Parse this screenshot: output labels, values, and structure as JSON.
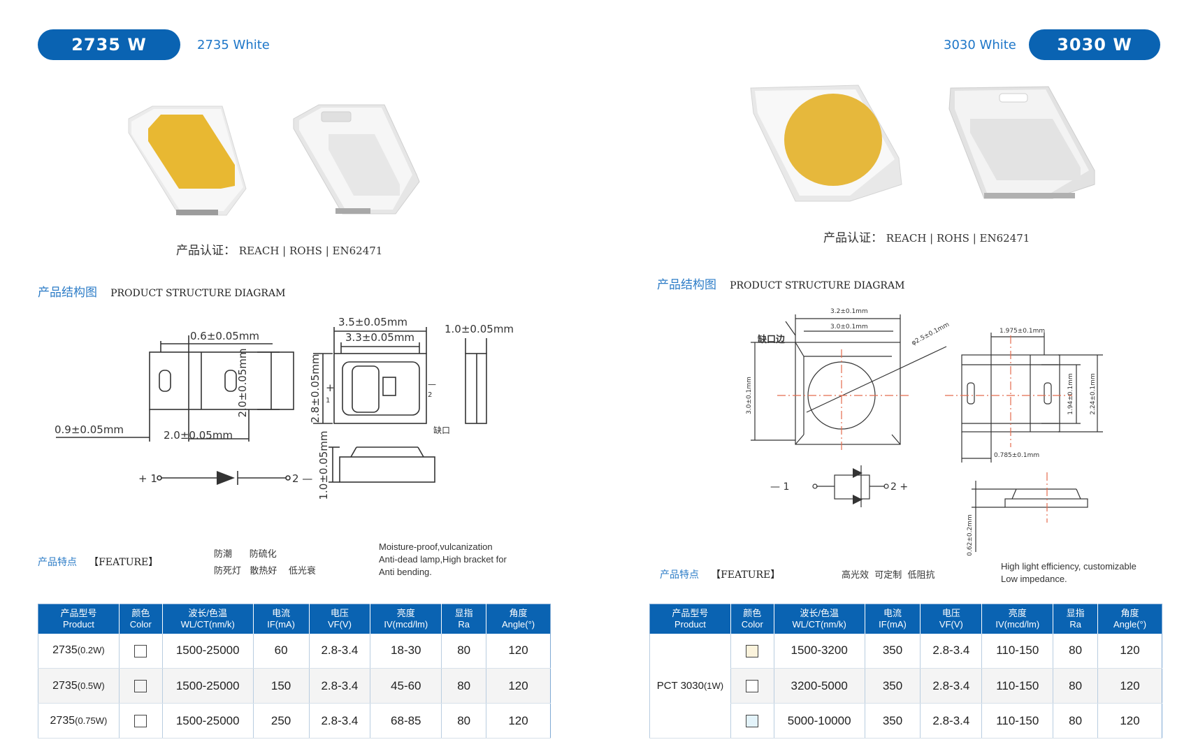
{
  "left": {
    "badge": "2735  W",
    "subtitle": "2735 White",
    "cert_label": "产品认证：",
    "cert_items": "REACH   |   ROHS   |   EN62471",
    "structure_cn": "产品结构图",
    "structure_en": "PRODUCT  STRUCTURE DIAGRAM",
    "dims": {
      "d1": "0.6±0.05mm",
      "d2": "0.9±0.05mm",
      "d3": "2.0±0.05mm",
      "d4": "2.0±0.05mm",
      "d5": "3.5±0.05mm",
      "d6": "3.3±0.05mm",
      "d7": "2.8±0.05mm",
      "d8": "1.0±0.05mm",
      "d9": "1.0±0.05mm",
      "notch": "缺口",
      "plus": "+",
      "one": "1",
      "minus": "—",
      "two": "2",
      "pin1": "+ 1",
      "pin2": "2 —"
    },
    "feature_cn": "产品特点",
    "feature_en": "【FEATURE】",
    "feature_cn_line1": "防潮      防硫化",
    "feature_cn_line2": "防死灯   散热好    低光衰",
    "feature_en_line1": "Moisture-proof,vulcanization",
    "feature_en_line2": "Anti-dead lamp,High bracket for",
    "feature_en_line3": "Anti bending.",
    "headers": [
      {
        "cn": "产品型号",
        "en": "Product"
      },
      {
        "cn": "颜色",
        "en": "Color"
      },
      {
        "cn": "波长/色温",
        "en": "WL/CT(nm/k)"
      },
      {
        "cn": "电流",
        "en": "IF(mA)"
      },
      {
        "cn": "电压",
        "en": "VF(V)"
      },
      {
        "cn": "亮度",
        "en": "IV(mcd/lm)"
      },
      {
        "cn": "显指",
        "en": "Ra"
      },
      {
        "cn": "角度",
        "en": "Angle(°)"
      }
    ],
    "rows": [
      {
        "model": "2735",
        "power": "(0.2W)",
        "wl": "1500-25000",
        "if": "60",
        "vf": "2.8-3.4",
        "iv": "18-30",
        "ra": "80",
        "angle": "120"
      },
      {
        "model": "2735",
        "power": "(0.5W)",
        "wl": "1500-25000",
        "if": "150",
        "vf": "2.8-3.4",
        "iv": "45-60",
        "ra": "80",
        "angle": "120"
      },
      {
        "model": "2735",
        "power": "(0.75W)",
        "wl": "1500-25000",
        "if": "250",
        "vf": "2.8-3.4",
        "iv": "68-85",
        "ra": "80",
        "angle": "120"
      }
    ]
  },
  "right": {
    "badge": "3030 W",
    "subtitle": "3030 White",
    "cert_label": "产品认证：",
    "cert_items": "REACH   |   ROHS   |   EN62471",
    "structure_cn": "产品结构图",
    "structure_en": "PRODUCT  STRUCTURE DIAGRAM",
    "dims": {
      "d1": "3.2±0.1mm",
      "d2": "3.0±0.1mm",
      "d3": "φ2.5±0.1mm",
      "d4": "3.0±0.1mm",
      "d5": "1.975±0.1mm",
      "d6": "1.94±0.1mm",
      "d7": "2.24±0.1mm",
      "d8": "0.785±0.1mm",
      "d9": "0.62±0.2mm",
      "notch": "缺口边",
      "pin_minus": "— 1",
      "pin_plus": "2 +"
    },
    "feature_cn": "产品特点",
    "feature_en": "【FEATURE】",
    "feature_cn_line1": "高光效  可定制  低阻抗",
    "feature_en_line1": "High light efficiency, customizable",
    "feature_en_line2": "Low impedance.",
    "headers": [
      {
        "cn": "产品型号",
        "en": "Product"
      },
      {
        "cn": "颜色",
        "en": "Color"
      },
      {
        "cn": "波长/色温",
        "en": "WL/CT(nm/k)"
      },
      {
        "cn": "电流",
        "en": "IF(mA)"
      },
      {
        "cn": "电压",
        "en": "VF(V)"
      },
      {
        "cn": "亮度",
        "en": "IV(mcd/lm)"
      },
      {
        "cn": "显指",
        "en": "Ra"
      },
      {
        "cn": "角度",
        "en": "Angle(°)"
      }
    ],
    "model": "PCT 3030",
    "model_power": "(1W)",
    "rows": [
      {
        "color": "#fbf3dc",
        "wl": "1500-3200",
        "if": "350",
        "vf": "2.8-3.4",
        "iv": "110-150",
        "ra": "80",
        "angle": "120"
      },
      {
        "color": "#ffffff",
        "wl": "3200-5000",
        "if": "350",
        "vf": "2.8-3.4",
        "iv": "110-150",
        "ra": "80",
        "angle": "120"
      },
      {
        "color": "#e3f3fa",
        "wl": "5000-10000",
        "if": "350",
        "vf": "2.8-3.4",
        "iv": "110-150",
        "ra": "80",
        "angle": "120"
      }
    ]
  }
}
